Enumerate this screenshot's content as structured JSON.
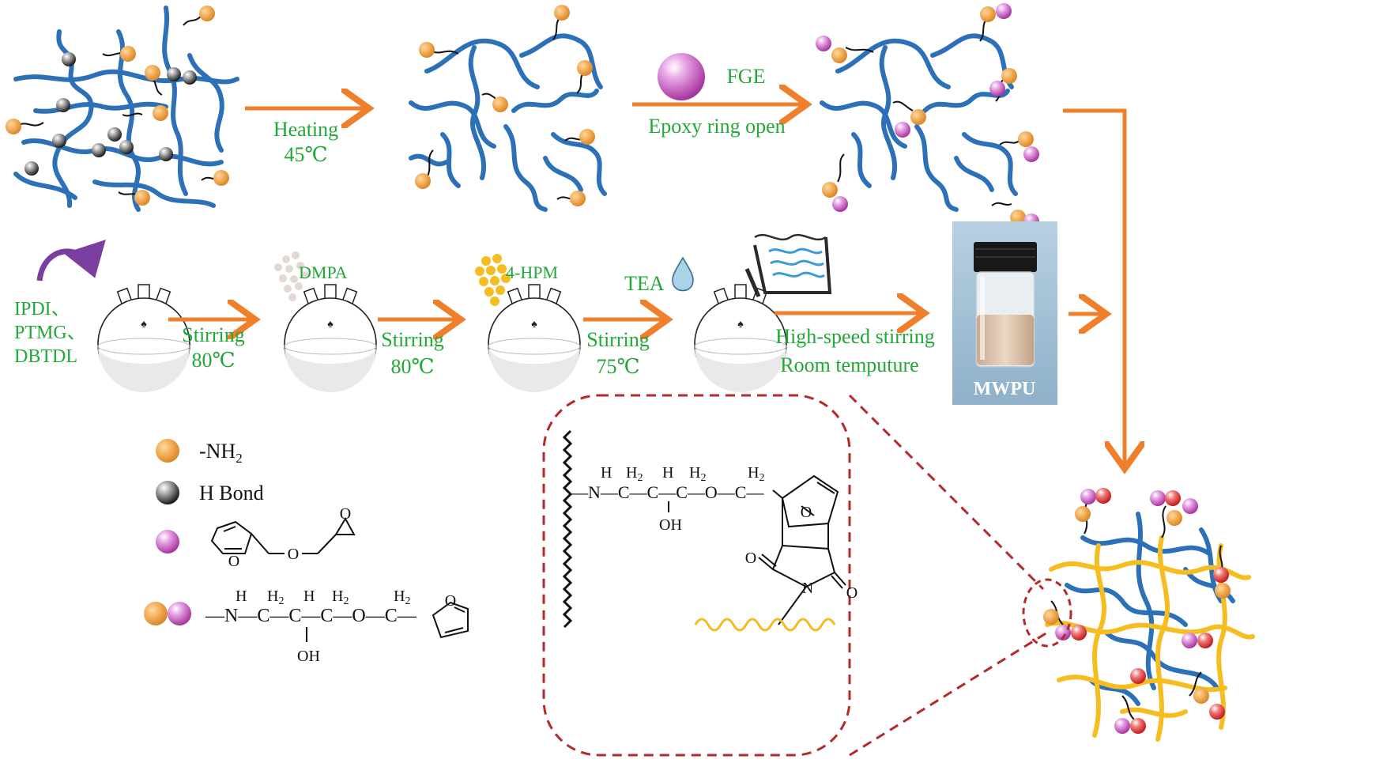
{
  "colors": {
    "arrow": "#ef7f2a",
    "label_green": "#22a838",
    "polymer_blue": "#2c70b8",
    "crosslink_yellow": "#f5bd1f",
    "nh2_orange": "#f0a74f",
    "h_bond_gray": "#555555",
    "fge_purple": "#c65bc4",
    "curve_purple": "#7a3ea0",
    "dashed_red": "#b42a2a",
    "photo_bg": "#a9c4d8"
  },
  "top_row": {
    "step1": {
      "line1": "Heating",
      "line2": "45℃"
    },
    "step2": {
      "reagent": "FGE",
      "desc": "Epoxy ring open"
    }
  },
  "middle_row": {
    "reactants": [
      "IPDI、",
      "PTMG、",
      "DBTDL"
    ],
    "add1": "DMPA",
    "add2": "4-HPM",
    "add3": "TEA",
    "stir1": {
      "line1": "Stirring",
      "line2": "80℃"
    },
    "stir2": {
      "line1": "Stirring",
      "line2": "80℃"
    },
    "stir3": {
      "line1": "Stirring",
      "line2": "75℃"
    },
    "final": {
      "line1": "High-speed stirring",
      "line2": "Room temputure"
    },
    "photo_label": "MWPU"
  },
  "legend": {
    "nh2_label": "-NH",
    "nh2_sub": "2",
    "hbond_label": "H Bond",
    "fge_atoms": {
      "o_ring": "O",
      "o_link": "O",
      "o_epoxide": "O"
    },
    "adduct": {
      "chain_start": "—N—C—C—C—O—C—",
      "h_top": [
        "H",
        "H",
        "H",
        "H",
        "H"
      ],
      "subs": [
        "2",
        "2",
        "2"
      ],
      "oh": "OH",
      "o_ring": "O"
    }
  },
  "inset": {
    "h_top": [
      "H",
      "H",
      "H",
      "H",
      "H"
    ],
    "subs": [
      "2",
      "2",
      "2"
    ],
    "chain": "—N—C—C—C—O—C—",
    "oh": "OH",
    "o_bridge": "O",
    "o_carbonyl_1": "O",
    "o_carbonyl_2": "O",
    "n_imide": "N"
  }
}
